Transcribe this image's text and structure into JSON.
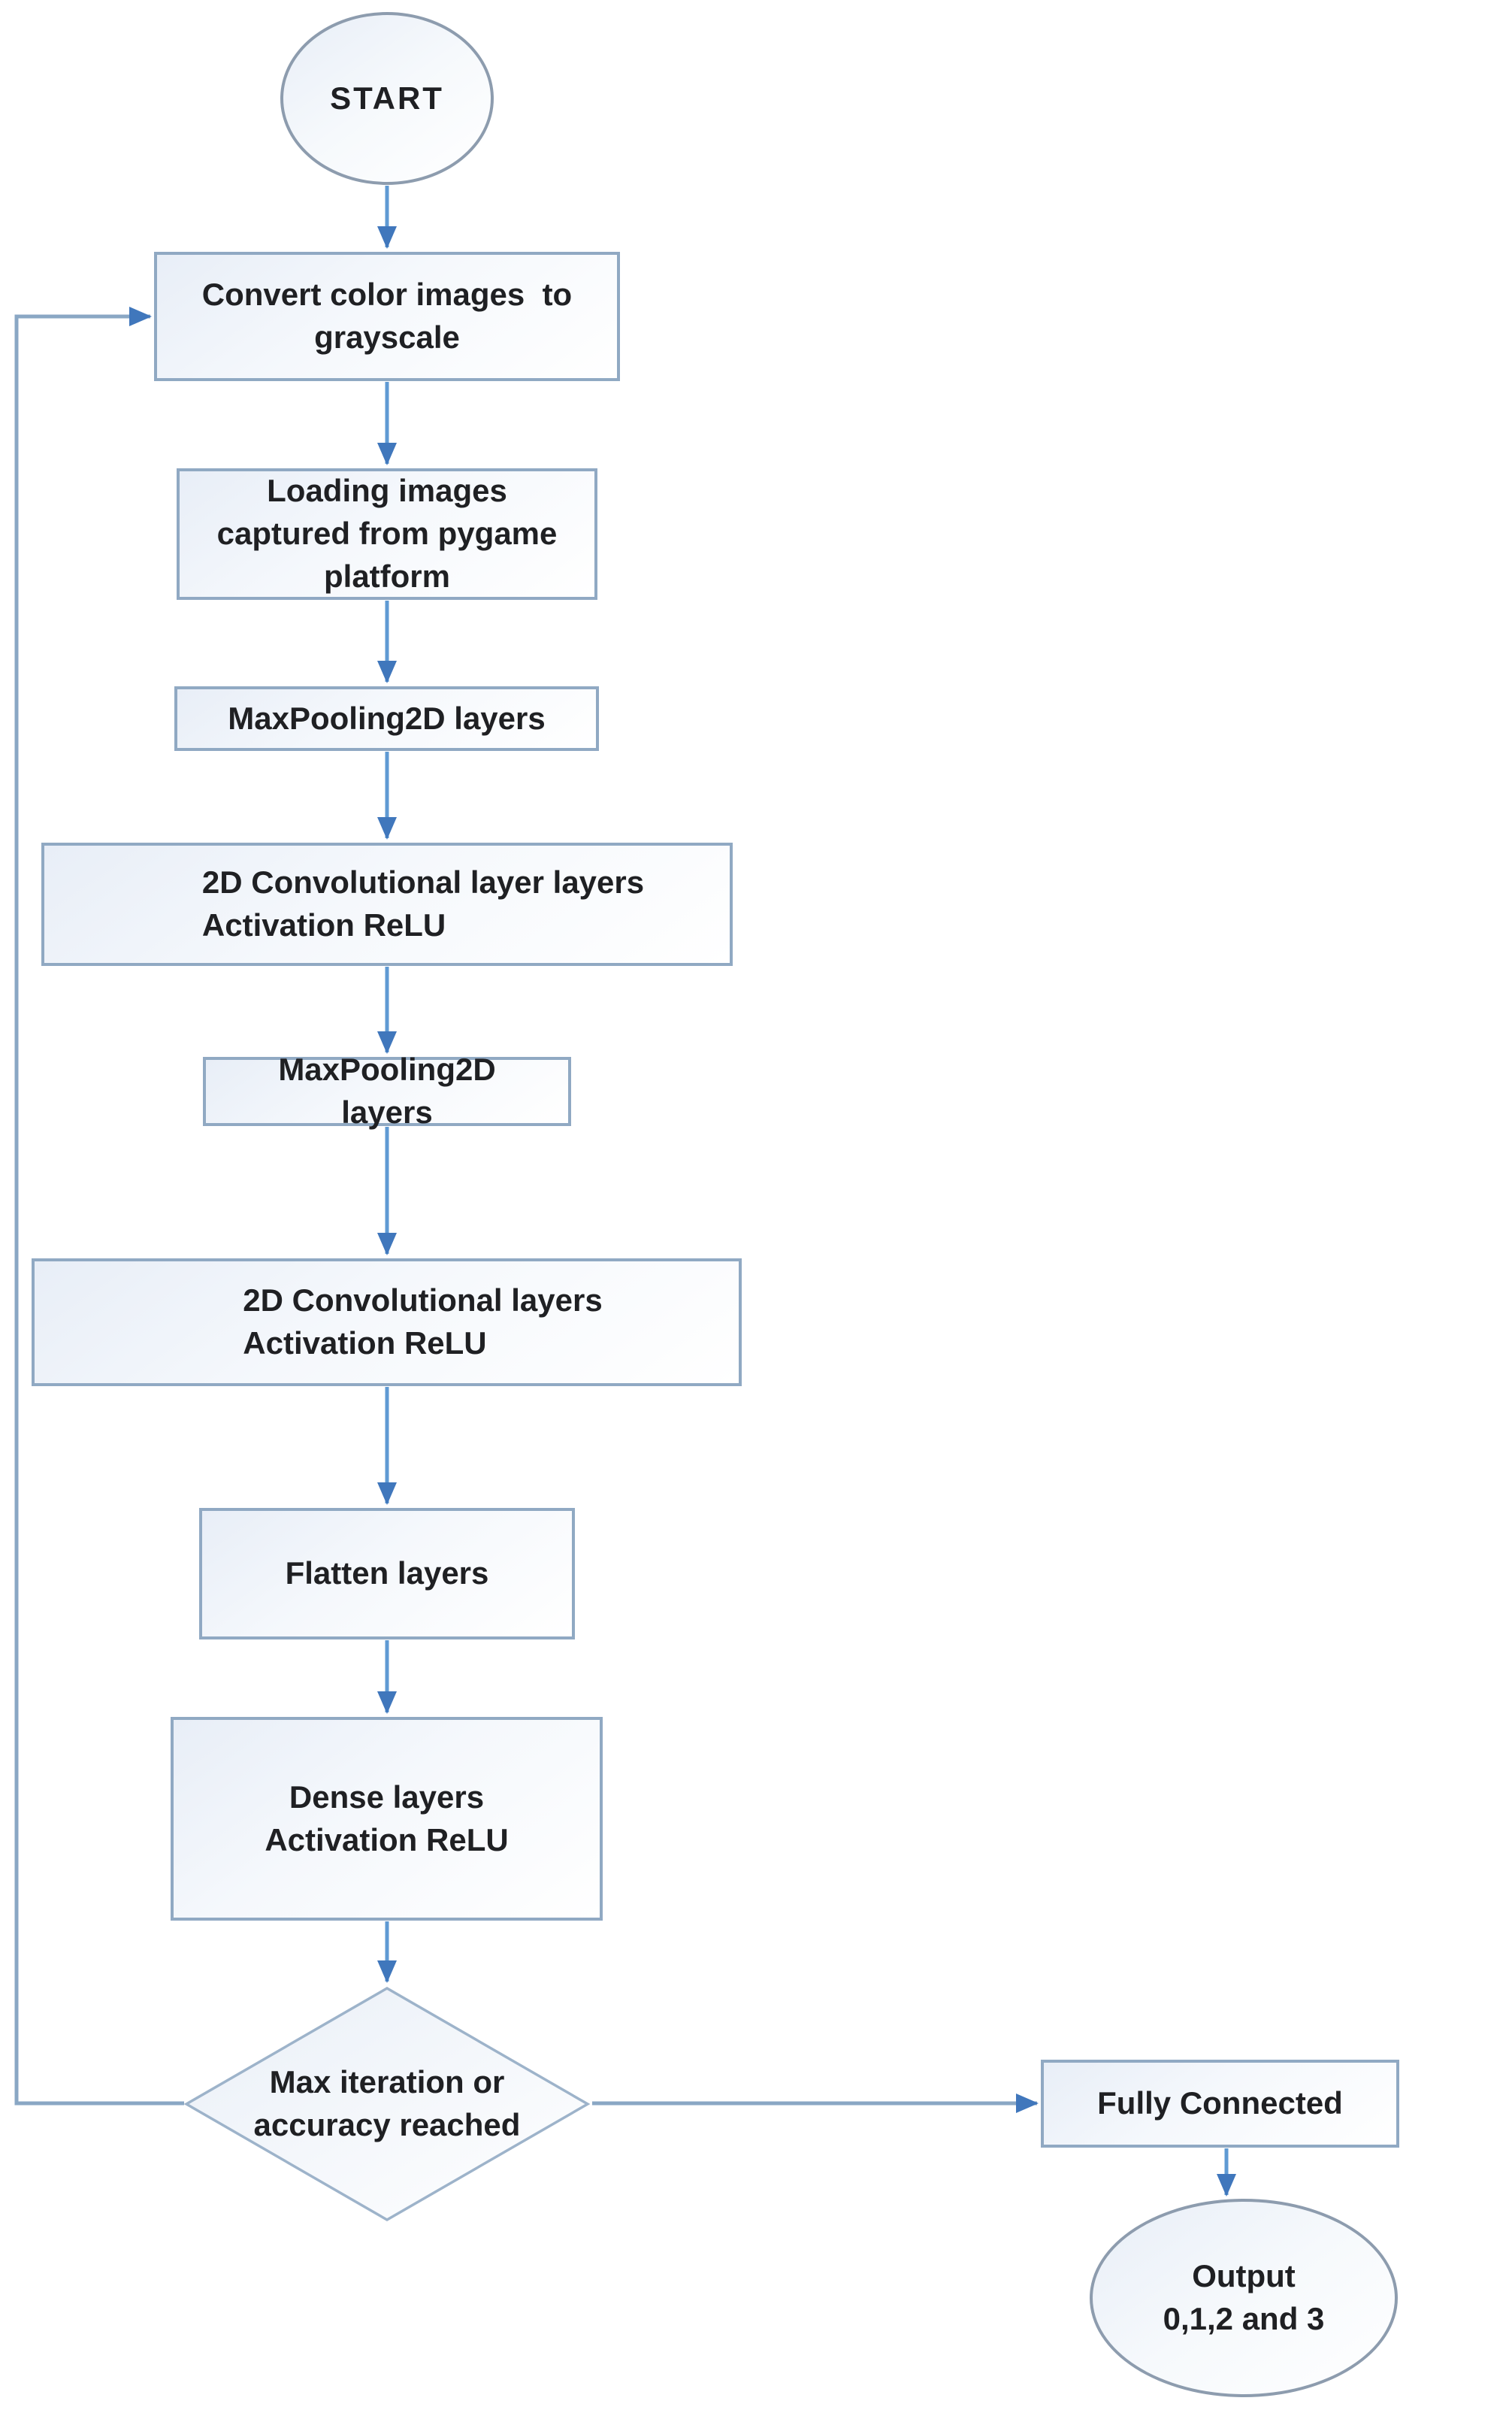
{
  "nodes": {
    "start": {
      "label": "START",
      "type": "terminator"
    },
    "convert": {
      "label": "Convert color images  to\ngrayscale",
      "type": "process"
    },
    "loading": {
      "label": "Loading images\ncaptured from pygame\nplatform",
      "type": "process"
    },
    "maxpooling_a": {
      "label": "MaxPooling2D layers",
      "type": "process"
    },
    "conv_a": {
      "label": "2D Convolutional layer layers\nActivation ReLU",
      "type": "process"
    },
    "maxpooling_b": {
      "label": "MaxPooling2D\nlayers",
      "type": "process"
    },
    "conv_b": {
      "label": "2D Convolutional layers\nActivation ReLU",
      "type": "process"
    },
    "flatten": {
      "label": "Flatten layers",
      "type": "process"
    },
    "dense": {
      "label": "Dense layers\nActivation ReLU",
      "type": "process"
    },
    "decision": {
      "label": "Max iteration or\naccuracy reached",
      "type": "decision"
    },
    "fully_connected": {
      "label": "Fully Connected",
      "type": "process"
    },
    "output": {
      "label": "Output\n0,1,2 and 3",
      "type": "terminator"
    }
  },
  "edges": [
    {
      "from": "start",
      "to": "convert"
    },
    {
      "from": "convert",
      "to": "loading"
    },
    {
      "from": "loading",
      "to": "maxpooling_a"
    },
    {
      "from": "maxpooling_a",
      "to": "conv_a"
    },
    {
      "from": "conv_a",
      "to": "maxpooling_b"
    },
    {
      "from": "maxpooling_b",
      "to": "conv_b"
    },
    {
      "from": "conv_b",
      "to": "flatten"
    },
    {
      "from": "flatten",
      "to": "dense"
    },
    {
      "from": "dense",
      "to": "decision"
    },
    {
      "from": "decision",
      "to": "fully_connected"
    },
    {
      "from": "fully_connected",
      "to": "output"
    },
    {
      "from": "decision",
      "to": "convert",
      "type": "feedback-loop"
    }
  ],
  "colors": {
    "text": "#1f2023",
    "box_border": "#90a9c3",
    "ellipse_border": "#8d9cae",
    "diamond_border": "#9db3ca",
    "line_blue": "#5f9ad3",
    "line_steel": "#8aa7c4",
    "arrowhead": "#4077bc",
    "fill_from": "#e8eef7",
    "fill_to": "#ffffff"
  }
}
